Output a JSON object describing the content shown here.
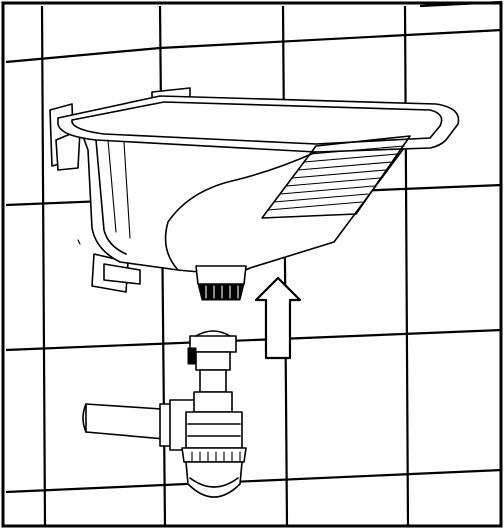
{
  "figure": {
    "subject": [
      "wall-tiles",
      "utility-sink",
      "drain-outlet",
      "bottle-trap",
      "up-arrow"
    ],
    "colors": {
      "line": "#000000",
      "background": "#ffffff",
      "shade": "#c8c8c8"
    }
  }
}
